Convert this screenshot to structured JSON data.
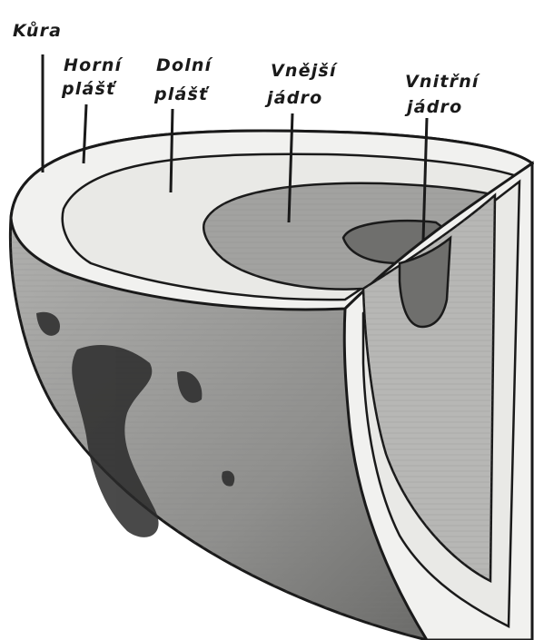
{
  "labels": {
    "crust": "Kůra",
    "upper_mantle_1": "Horní",
    "upper_mantle_2": "plášť",
    "lower_mantle_1": "Dolní",
    "lower_mantle_2": "plášť",
    "outer_core_1": "Vnější",
    "outer_core_2": "jádro",
    "inner_core_1": "Vnitřní",
    "inner_core_2": "jádro"
  },
  "colors": {
    "ink": "#1a1a1a",
    "paper": "#ffffff",
    "shell_light": "#f1f1ef",
    "mantle_surface": "#e9e9e6",
    "outer_core": "#a2a2a0",
    "inner_core": "#6f6f6d",
    "cut_face_outer": "#b7b7b5",
    "cut_face_inner": "#8c8c8a",
    "globe_side": "#9a9a98"
  }
}
